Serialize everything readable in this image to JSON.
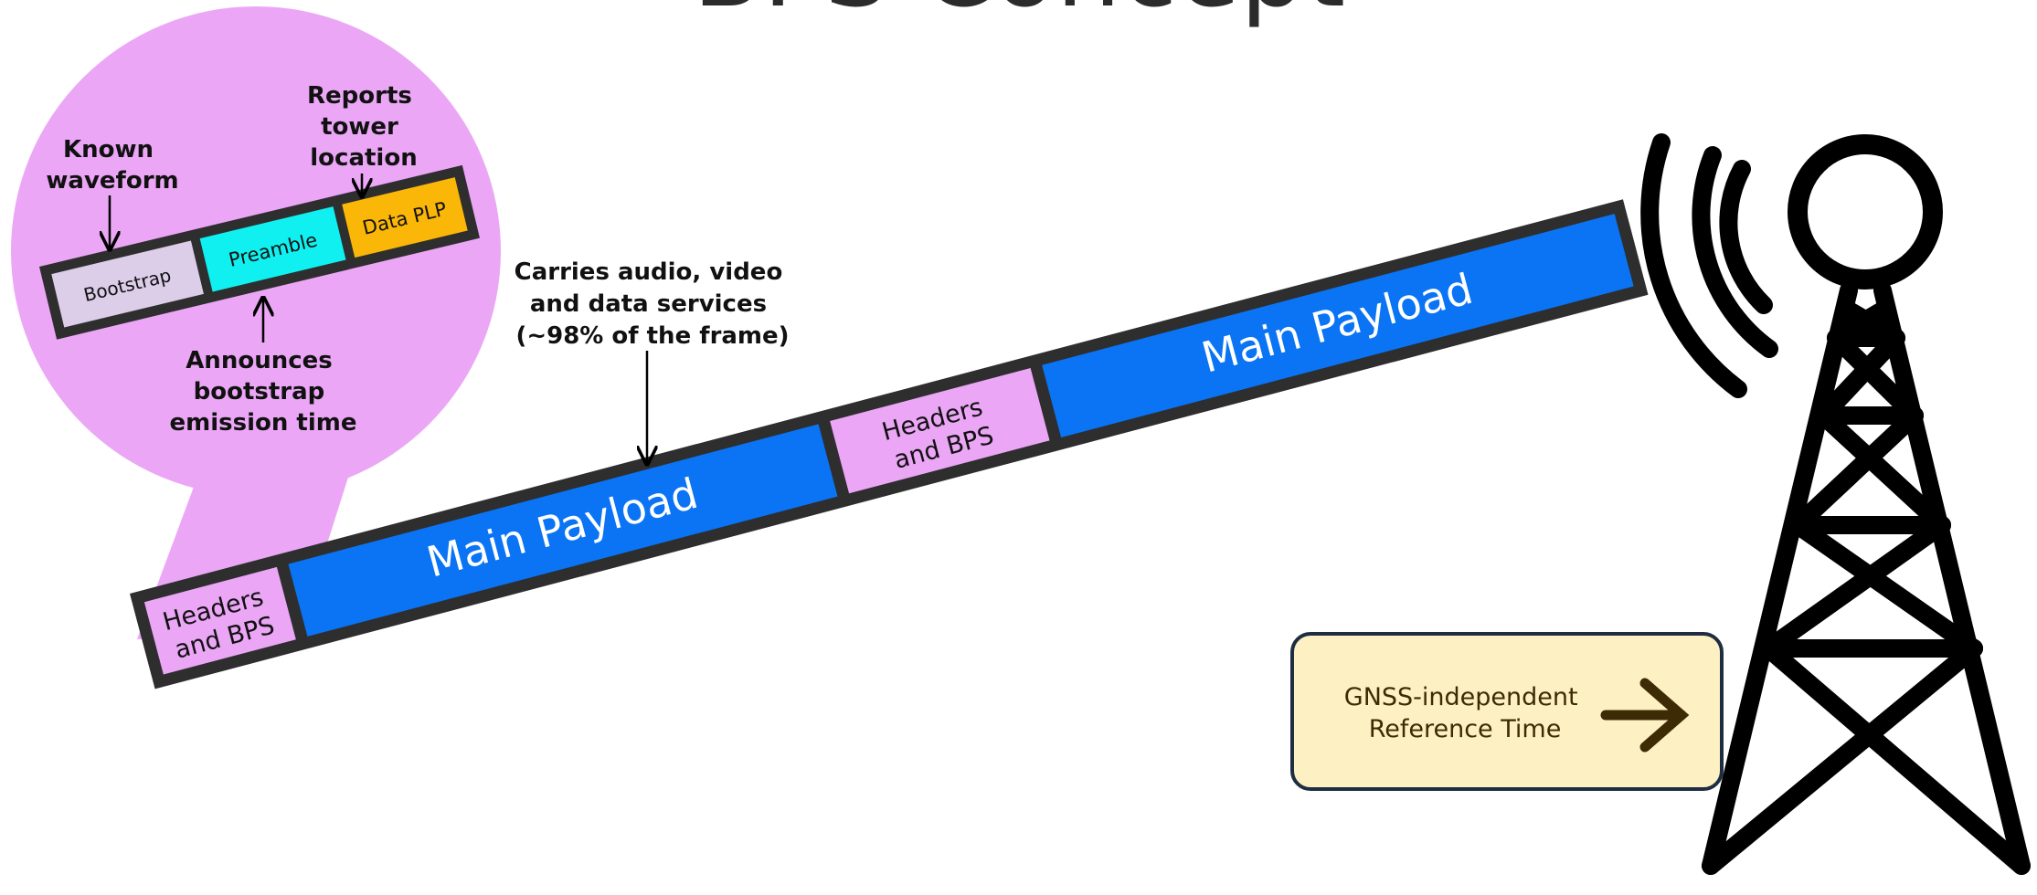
{
  "title": "BPS Concept",
  "colors": {
    "bubble": "#eba6f6",
    "bootstrap": "#dccde9",
    "preamble": "#10f0f0",
    "data_plp": "#fbb708",
    "payload": "#0a74f5",
    "headers": "#eba6f6",
    "frame_border": "#2e2e2e",
    "ref_box_fill": "#fdf0c2",
    "ref_box_border": "#1f2d42",
    "arrow": "#3d2b06"
  },
  "zoom": {
    "bootstrap": "Bootstrap",
    "preamble": "Preamble",
    "data_plp": "Data PLP",
    "known_waveform": [
      "Known",
      "waveform"
    ],
    "reports_tower": [
      "Reports",
      "tower",
      "location"
    ],
    "announces": [
      "Announces",
      "bootstrap",
      "emission time"
    ]
  },
  "frame": {
    "headers_1": [
      "Headers",
      "and BPS"
    ],
    "payload_1": "Main Payload",
    "headers_2": [
      "Headers",
      "and BPS"
    ],
    "payload_2": "Main Payload"
  },
  "payload_note": [
    "Carries audio, video",
    "and data services",
    "(~98% of the frame)"
  ],
  "reference": [
    "GNSS-independent",
    "Reference Time"
  ]
}
